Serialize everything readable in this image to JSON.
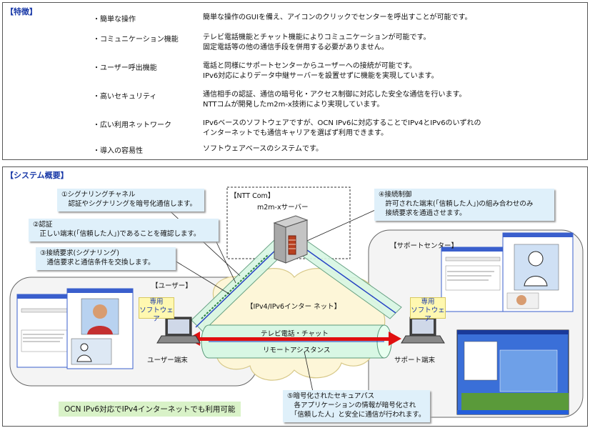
{
  "features": {
    "tag": "【特徴】",
    "items": [
      {
        "name": "・簡単な操作",
        "desc": [
          "簡単な操作のGUIを備え、アイコンのクリックでセンターを呼出すことが可能です。"
        ]
      },
      {
        "name": "・コミュニケーション機能",
        "desc": [
          "テレビ電話機能とチャット機能によりコミュニケーションが可能です。",
          "固定電話等の他の通信手段を併用する必要がありません。"
        ]
      },
      {
        "name": "・ユーザー呼出機能",
        "desc": [
          "電話と同様にサポートセンターからユーザーへの接続が可能です。",
          "IPv6対応によりデータ中継サーバーを設置せずに機能を実現しています。"
        ]
      },
      {
        "name": "・高いセキュリティ",
        "desc": [
          "通信相手の認証、通信の暗号化・アクセス制御に対応した安全な通信を行います。",
          "NTTコムが開発したm2m-x技術により実現しています。"
        ]
      },
      {
        "name": "・広い利用ネットワーク",
        "desc": [
          "IPv6ベースのソフトウェアですが、OCN IPv6に対応することでIPv4とIPv6のいずれの",
          "インターネットでも通信キャリアを選ばず利用できます。"
        ]
      },
      {
        "name": "・導入の容易性",
        "desc": [
          "ソフトウェアベースのシステムです。"
        ]
      }
    ]
  },
  "system": {
    "tag": "【システム概要】",
    "ntt_label": "【NTT Com】",
    "server_label": "m2m-xサーバー",
    "user_label": "【ユーザー】",
    "support_label": "【サポートセンター】",
    "internet_label": "【IPv4/IPv6インター ネット】",
    "dedicated_software": [
      "専用",
      "ソフトウェア"
    ],
    "user_terminal": "ユーザー端末",
    "support_terminal": "サポート端末",
    "pipe_top": "テレビ電話・チャット",
    "pipe_bottom": "リモートアシスタンス",
    "green_note": "OCN IPv6対応でIPv4インターネットでも利用可能",
    "callouts": [
      {
        "lines": [
          "①シグナリングチャネル",
          "　認証やシグナリングを暗号化通信します。"
        ]
      },
      {
        "lines": [
          "②認証",
          "　正しい端末(「信頼した人」)であることを確認します。"
        ]
      },
      {
        "lines": [
          "③接続要求(シグナリング)",
          "　通信要求と通信条件を交換します。"
        ]
      },
      {
        "lines": [
          "④接続制御",
          "　許可された端末(「信頼した人」)の組み合わせのみ",
          "　接続要求を通過させます。"
        ]
      },
      {
        "lines": [
          "⑤暗号化されたセキュアパス",
          "　各アプリケーションの情報が暗号化され",
          "　「信頼した人」と安全に通信が行われます。"
        ]
      }
    ]
  },
  "colors": {
    "title_blue": "#1a3aa8",
    "callout_bg": "#dff0fa",
    "pipe_green": "#d8f7e4",
    "arrow_red": "#e01010",
    "cloud": "#fdf6d8"
  }
}
